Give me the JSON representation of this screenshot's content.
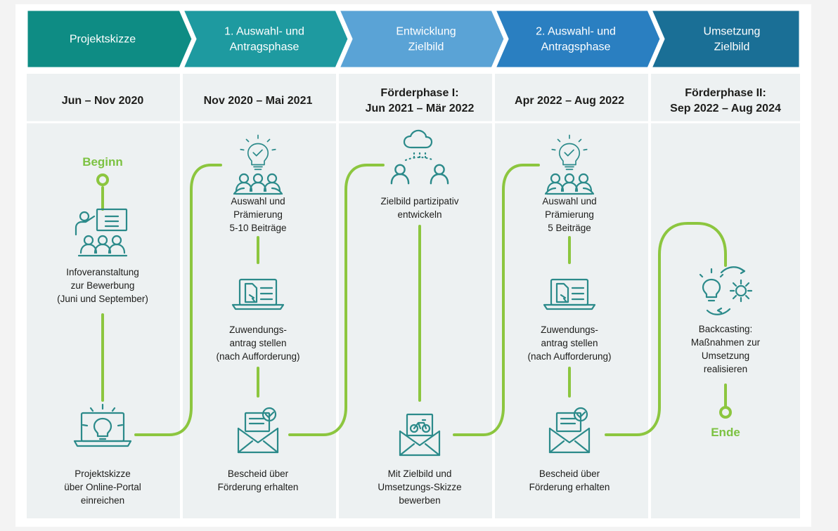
{
  "colors": {
    "phase1": "#0e8c84",
    "phase2": "#1e9aa0",
    "phase3": "#5aa3d6",
    "phase4": "#2a7fc1",
    "phase5": "#1a6f96",
    "column_bg": "#edf1f2",
    "path": "#8cc63f",
    "icon": "#2b8a8a"
  },
  "phases": [
    {
      "header": [
        "Projektskizze"
      ],
      "date": [
        "Jun – Nov 2020"
      ]
    },
    {
      "header": [
        "1. Auswahl- und",
        "Antragsphase"
      ],
      "date": [
        "Nov 2020 – Mai 2021"
      ]
    },
    {
      "header": [
        "Entwicklung",
        "Zielbild"
      ],
      "date": [
        "Förderphase I:",
        "Jun 2021 – Mär 2022"
      ]
    },
    {
      "header": [
        "2. Auswahl- und",
        "Antragsphase"
      ],
      "date": [
        "Apr 2022 – Aug 2022"
      ]
    },
    {
      "header": [
        "Umsetzung",
        "Zielbild"
      ],
      "date": [
        "Förderphase II:",
        "Sep 2022 – Aug 2024"
      ]
    }
  ],
  "start_label": "Beginn",
  "end_label": "Ende",
  "steps": {
    "p1_info": [
      "Infoveranstaltung",
      "zur Bewerbung",
      "(Juni und September)"
    ],
    "p1_submit": [
      "Projektskizze",
      "über Online-Portal",
      "einreichen"
    ],
    "p2_select": [
      "Auswahl und",
      "Prämierung",
      "5-10 Beiträge"
    ],
    "p2_apply": [
      "Zuwendungs-",
      "antrag stellen",
      "(nach Aufforderung)"
    ],
    "p2_notice": [
      "Bescheid über",
      "Förderung erhalten"
    ],
    "p3_develop": [
      "Zielbild partizipativ",
      "entwickeln"
    ],
    "p3_apply": [
      "Mit Zielbild und",
      "Umsetzungs-Skizze",
      "bewerben"
    ],
    "p4_select": [
      "Auswahl und",
      "Prämierung",
      "5 Beiträge"
    ],
    "p4_apply": [
      "Zuwendungs-",
      "antrag stellen",
      "(nach Aufforderung)"
    ],
    "p4_notice": [
      "Bescheid über",
      "Förderung erhalten"
    ],
    "p5_backcast": [
      "Backcasting:",
      "Maßnahmen zur",
      "Umsetzung",
      "realisieren"
    ]
  },
  "icons": {
    "p1_info": "presentation-audience-icon",
    "p1_submit": "laptop-idea-icon",
    "p2_select": "idea-group-icon",
    "p2_apply": "laptop-form-icon",
    "p2_notice": "mail-check-icon",
    "p3_develop": "cloud-team-icon",
    "p3_apply": "mail-bicycle-icon",
    "p4_select": "idea-group-icon",
    "p4_apply": "laptop-form-icon",
    "p4_notice": "mail-check-icon",
    "p5_backcast": "idea-gear-icon"
  }
}
